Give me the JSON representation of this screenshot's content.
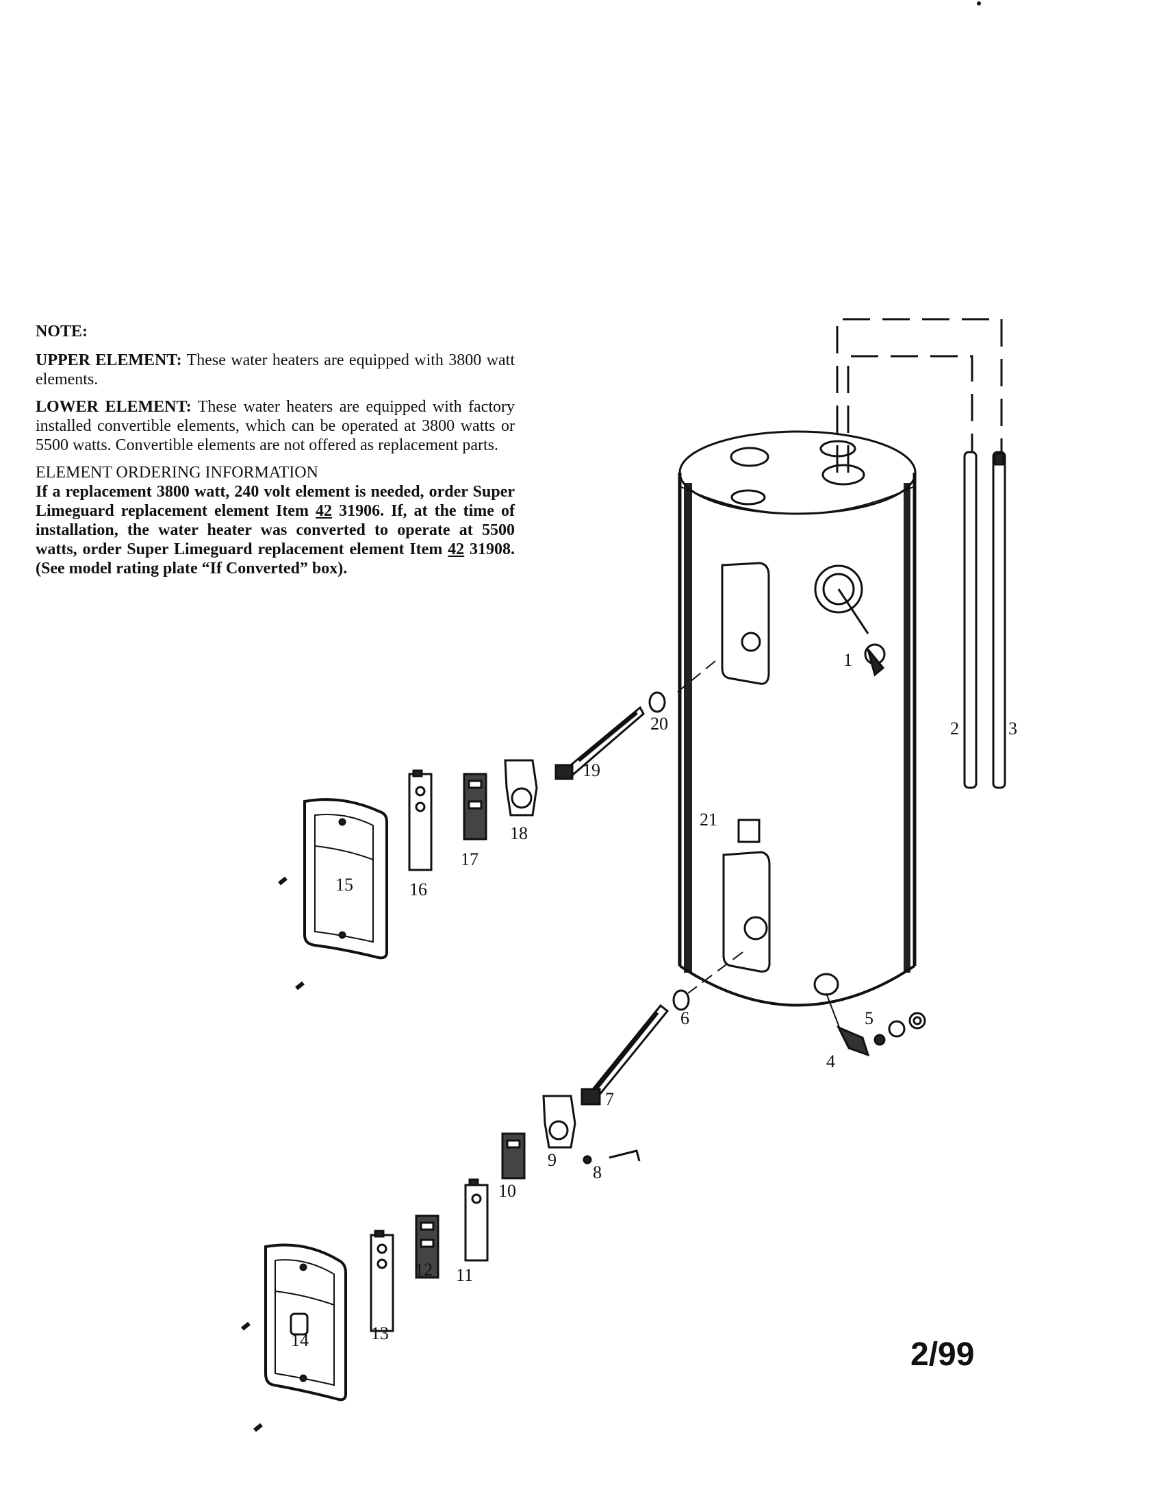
{
  "note": {
    "heading": "NOTE:",
    "upper_label": "UPPER ELEMENT:",
    "upper_text": "These water heaters are equipped with 3800 watt elements.",
    "lower_label": "LOWER ELEMENT:",
    "lower_text": "These water heaters are equipped with factory installed convertible elements, which can be operated at 3800 watts or 5500 watts. Convertible elements are not offered as replacement parts.",
    "ordering_heading": "ELEMENT ORDERING INFORMATION",
    "ordering_text_1": "If a replacement 3800 watt, 240 volt element is needed, order Super Limeguard replacement element Item ",
    "item_1": "42",
    "ordering_text_2": " 31906. If, at the time of installation, the water heater was converted to operate at 5500 watts, order Super Limeguard replacement element Item ",
    "item_2": "42",
    "ordering_text_3": " 31908. (See model rating plate “If Converted” box)."
  },
  "part_labels": {
    "p1": "1",
    "p2": "2",
    "p3": "3",
    "p4": "4",
    "p5": "5",
    "p6": "6",
    "p7": "7",
    "p8": "8",
    "p9": "9",
    "p10": "10",
    "p11": "11",
    "p12": "12",
    "p13": "13",
    "p14": "14",
    "p15": "15",
    "p16": "16",
    "p17": "17",
    "p18": "18",
    "p19": "19",
    "p20": "20",
    "p21": "21"
  },
  "page_number": "2/99"
}
